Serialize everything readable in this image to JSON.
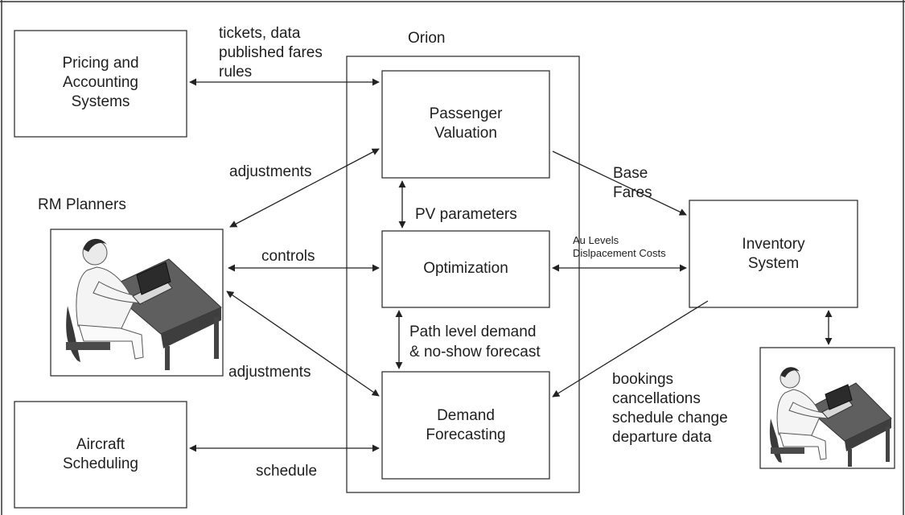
{
  "container": {
    "label": "Orion"
  },
  "boxes": {
    "pricing": {
      "lines": [
        "Pricing and",
        "Accounting",
        "Systems"
      ]
    },
    "passenger_valuation": {
      "lines": [
        "Passenger",
        "Valuation"
      ]
    },
    "optimization": {
      "lines": [
        "Optimization"
      ]
    },
    "demand_forecasting": {
      "lines": [
        "Demand",
        "Forecasting"
      ]
    },
    "inventory": {
      "lines": [
        "Inventory",
        "System"
      ]
    },
    "aircraft": {
      "lines": [
        "Aircraft",
        "Scheduling"
      ]
    }
  },
  "labels": {
    "rm_planners": "RM Planners",
    "tickets": [
      "tickets, data",
      "published fares",
      "rules"
    ],
    "adjustments_top": "adjustments",
    "controls": "controls",
    "adjustments_bottom": "adjustments",
    "schedule": "schedule",
    "pv_parameters": "PV parameters",
    "path_level": [
      "Path level demand",
      "& no-show forecast"
    ],
    "base_fares": [
      "Base",
      "Fares"
    ],
    "au_levels": [
      "Au Levels",
      "Dislpacement Costs"
    ],
    "bookings": [
      "bookings",
      "cancellations",
      "schedule change",
      "departure data"
    ]
  },
  "illustrations": {
    "planner_large": "person-at-laptop-illustration",
    "planner_small": "person-at-laptop-illustration"
  }
}
